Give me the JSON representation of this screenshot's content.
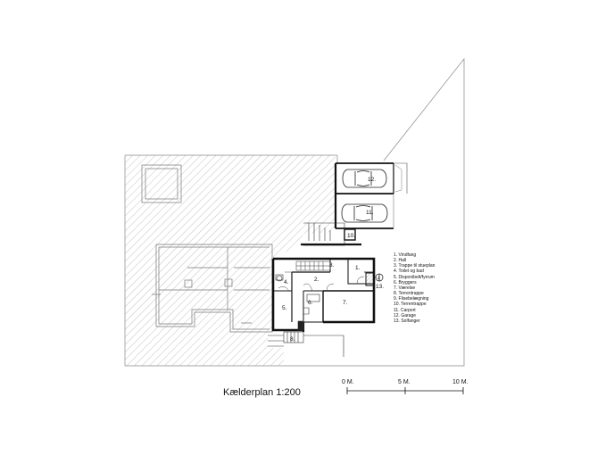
{
  "caption": "Kælderplan 1:200",
  "scale_bar": {
    "labels": [
      "0 M.",
      "5 M.",
      "10 M."
    ]
  },
  "room_labels": {
    "r1": "1.",
    "r2": "2.",
    "r3": "3.",
    "r4": "4.",
    "r5": "5.",
    "r6": "6.",
    "r7": "7.",
    "r8": "8.",
    "r10": "10.",
    "r11": "11.",
    "r12": "12.",
    "r13": "13."
  },
  "legend": [
    "1. Vindfang",
    "2. Hall",
    "3. Trappe til stueplan",
    "4. Toilet og bad",
    "5. Disponibelt/fyrrum",
    "6. Bryggers",
    "7. Værelse",
    "8. Terrentrappe",
    "9. Flisebelægning",
    "10. Terrentrappe",
    "11. Carport",
    "12. Garage",
    "13. Solfanger"
  ],
  "north_arrow": "4"
}
